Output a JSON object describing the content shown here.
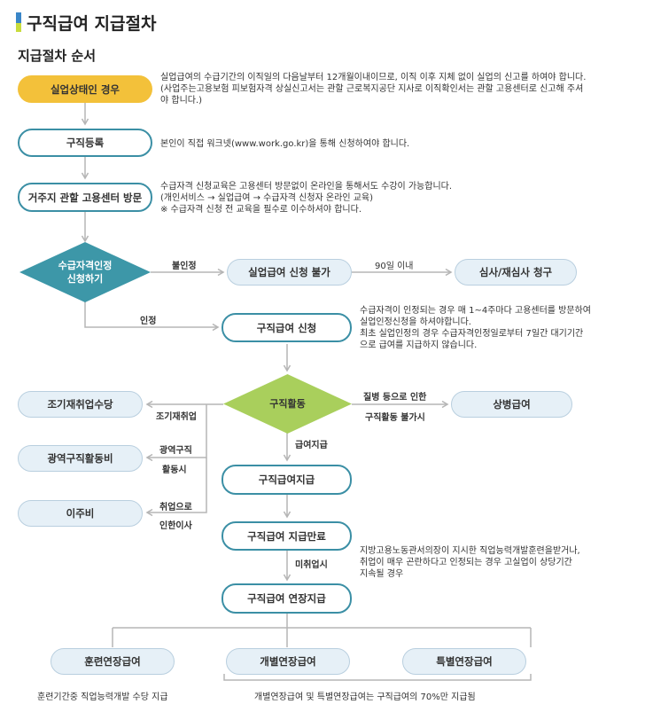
{
  "header": {
    "title": "구직급여 지급절차",
    "section": "지급절차 순서",
    "bar_colors": [
      "#3a86c8",
      "#c8dc3c"
    ]
  },
  "colors": {
    "outline": "#3b8fa5",
    "yellow": "#f3c13a",
    "teal_diamond": "#3d97a8",
    "green_diamond": "#a9cf5c",
    "light_box": "#e6f0f7",
    "line": "#b5b5b5"
  },
  "nodes": {
    "unemployed": "실업상태인 경우",
    "job_register": "구직등록",
    "center_visit": "거주지 관할 고용센터 방문",
    "eligibility_line1": "수급자격인정",
    "eligibility_line2": "신청하기",
    "not_possible": "실업급여 신청 불가",
    "review": "심사/재심사 청구",
    "apply": "구직급여 신청",
    "job_search": "구직활동",
    "sickness": "상병급여",
    "early_reemp": "조기재취업수당",
    "wide_area": "광역구직활동비",
    "relocation": "이주비",
    "payment": "구직급여지급",
    "pay_end": "구직급여 지급만료",
    "extended": "구직급여 연장지급",
    "training_ext": "훈련연장급여",
    "individual_ext": "개별연장급여",
    "special_ext": "특별연장급여"
  },
  "descriptions": {
    "unemployed": [
      "실업급여의 수급기간의 이직일의 다음날부터 12개월이내이므로, 이직 이후 지체 없이 실업의 신고를 하여야 합니다.",
      "(사업주는고용보험 피보험자격 상실신고서는 관할 근로복지공단 지사로 이직확인서는 관할 고용센터로 신고해 주셔",
      "야 합니다.)"
    ],
    "job_register": [
      "본인이 직접 워크넷(www.work.go.kr)을 통해 신청하여야 합니다."
    ],
    "center_visit": [
      "수급자격 신청교육은 고용센터 방문없이 온라인을 통해서도 수강이 가능합니다.",
      "(개인서비스 → 실업급여 → 수급자격 신청자 온라인 교육)",
      "※ 수급자격 신청 전 교육을 필수로 이수하셔야 합니다."
    ],
    "apply": [
      "수급자격이 인정되는 경우 매 1~4주마다 고용센터를 방문하여",
      "실업인정신청을 하셔야합니다.",
      "최초 실업인정의 경우 수급자격인정일로부터 7일간 대기기간",
      "으로 급여를 지급하지 않습니다."
    ],
    "pay_end": [
      "지방고용노동관서의장이 지시한 직업능력개발훈련을받거나,",
      "취업이 매우 곤란하다고 인정되는 경우 고실업이 상당기간",
      "지속될 경우"
    ]
  },
  "labels": {
    "denied": "불인정",
    "within_90": "90일 이내",
    "approved": "인정",
    "sickness_1": "질병 등으로 인한",
    "sickness_2": "구직활동 불가시",
    "early": "조기재취업",
    "wide_1": "광역구직",
    "wide_2": "활동시",
    "reloc_1": "취업으로",
    "reloc_2": "인한이사",
    "pay": "급여지급",
    "not_employed": "미취업시"
  },
  "notes": {
    "training": "훈련기간중 직업능력개발 수당 지급",
    "ext_rate": "개별연장급여 및 특별연장급여는 구직급여의 70%만 지급됨"
  }
}
